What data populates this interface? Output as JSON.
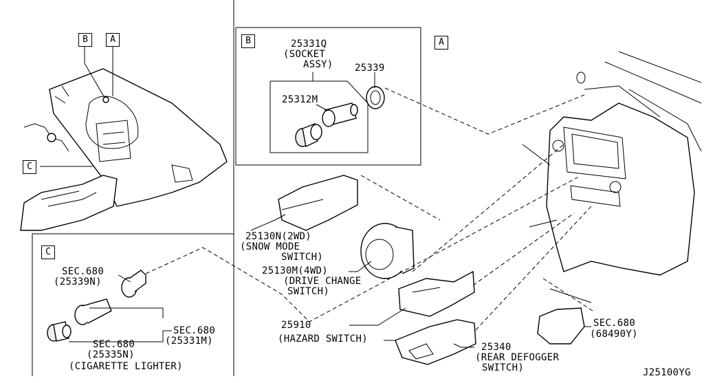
{
  "callouts": {
    "box_b_overview": "B",
    "box_a_overview": "A",
    "box_c_overview": "C",
    "box_b_section": "B",
    "box_a_section": "A",
    "box_c_section": "C"
  },
  "section_b": {
    "p25331q": [
      "25331Q",
      "(SOCKET",
      "ASSY)"
    ],
    "p25339": "25339",
    "p25312m": "25312M"
  },
  "section_a": {
    "p25130n": [
      "25130N(2WD)",
      "(SNOW MODE",
      "SWITCH)"
    ],
    "p25130m": [
      "25130M(4WD)",
      "(DRIVE CHANGE",
      "SWITCH)"
    ],
    "p25910": [
      "25910",
      "(HAZARD SWITCH)"
    ],
    "p25340": [
      "25340",
      "(REAR DEFOGGER",
      "SWITCH)"
    ],
    "sec680_68490y": [
      "SEC.680",
      "(68490Y)"
    ]
  },
  "section_c": {
    "sec680_25339n": [
      "SEC.680",
      "(25339N)"
    ],
    "sec680_25331m": [
      "SEC.680",
      "(25331M)"
    ],
    "sec680_25335n": [
      "SEC.680",
      "(25335N)"
    ],
    "caption": "(CIGARETTE LIGHTER)"
  },
  "diagram_id": "J25100YG"
}
